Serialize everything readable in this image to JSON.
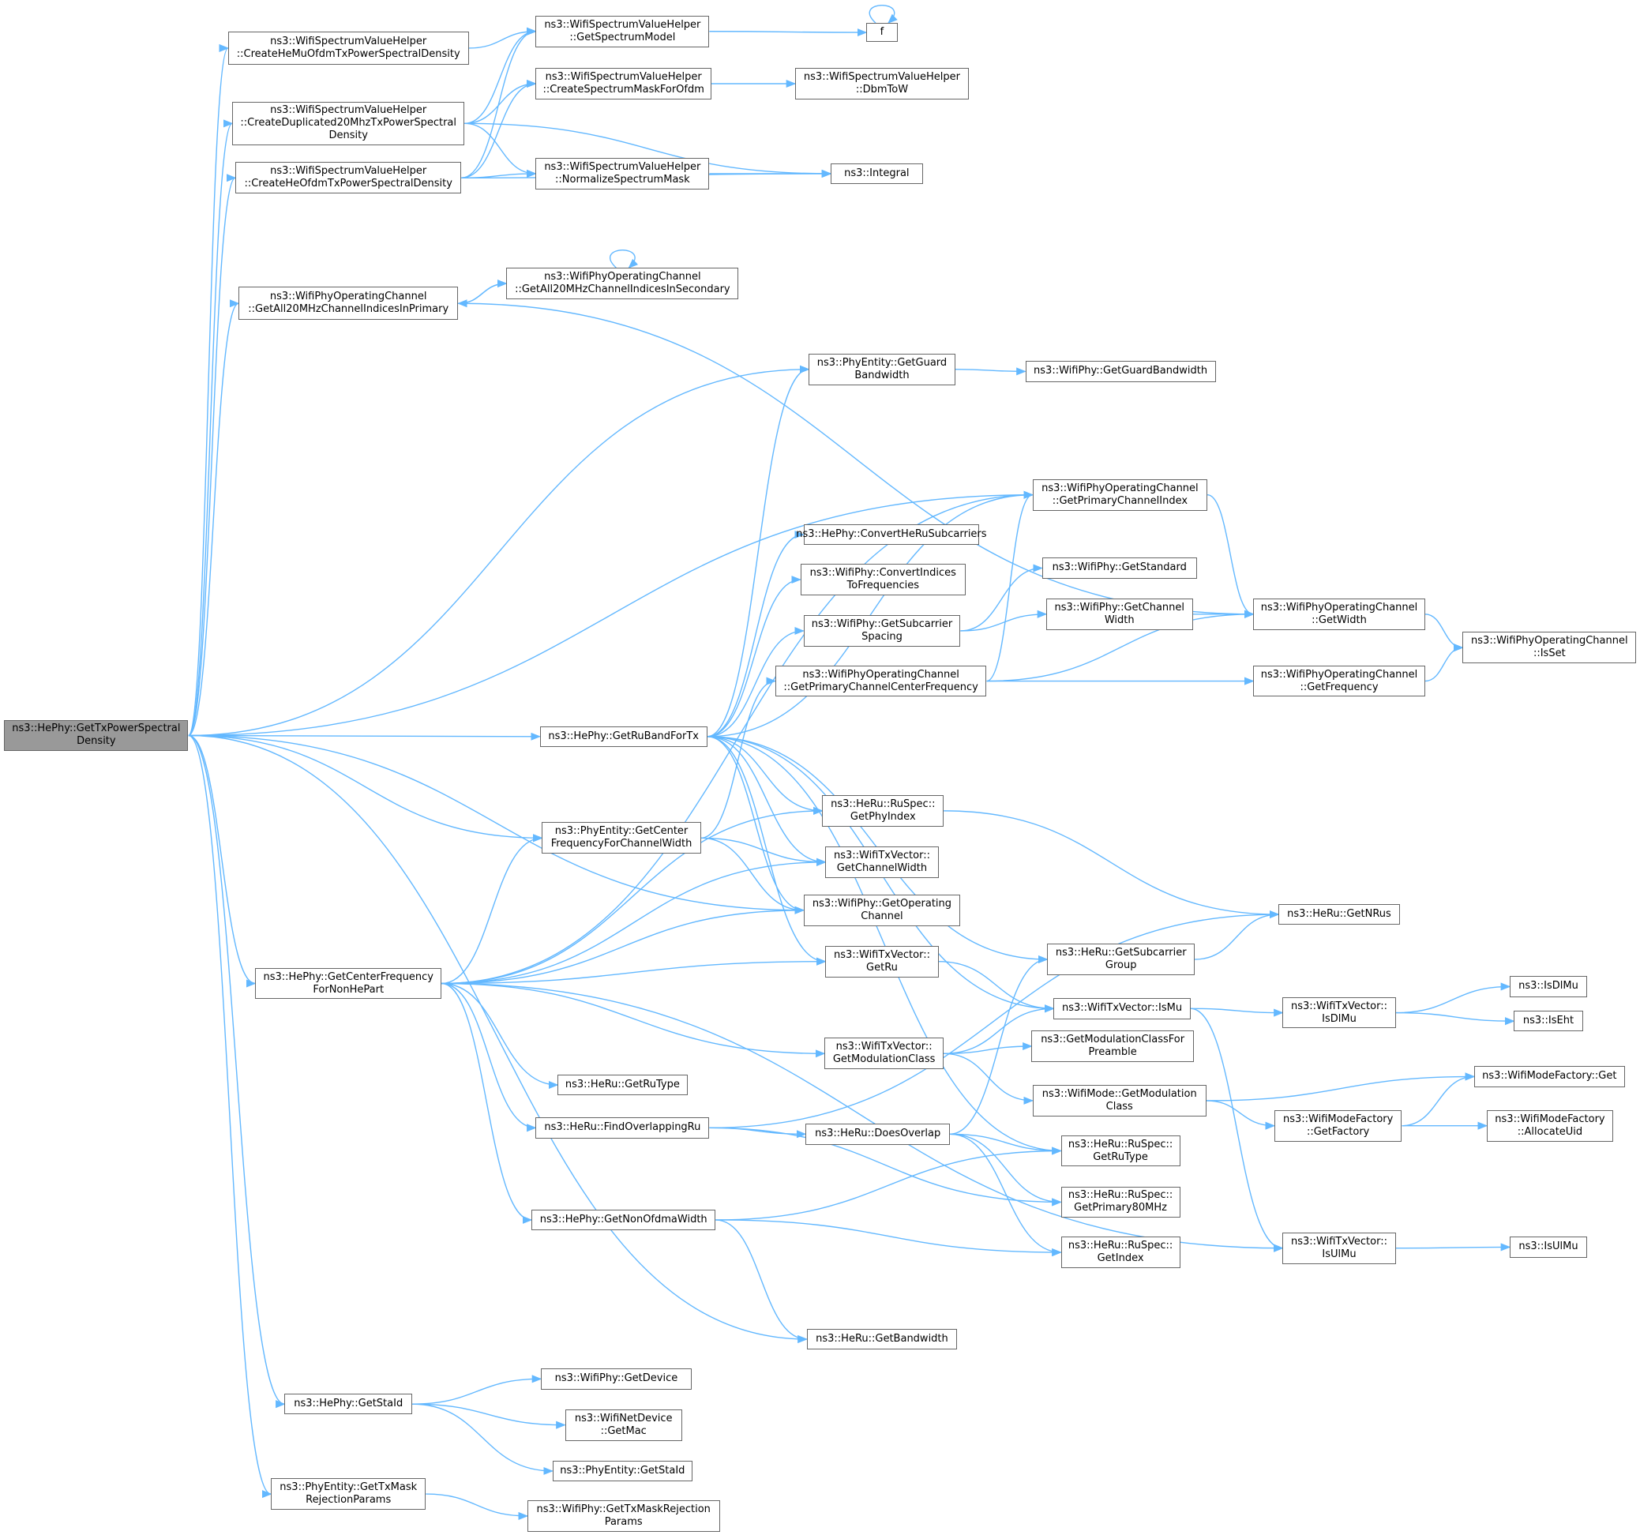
{
  "colors": {
    "edge": "#63b8ff",
    "node_border": "#666666",
    "root_fill": "#999999"
  },
  "nodes": [
    {
      "id": "root",
      "label": "ns3::HePhy::GetTxPowerSpectral\nDensity"
    },
    {
      "id": "n2",
      "label": "ns3::WifiSpectrumValueHelper\n::CreateHeMuOfdmTxPowerSpectralDensity"
    },
    {
      "id": "n3",
      "label": "ns3::WifiSpectrumValueHelper\n::GetSpectrumModel"
    },
    {
      "id": "n4",
      "label": "f"
    },
    {
      "id": "n5",
      "label": "ns3::WifiSpectrumValueHelper\n::CreateDuplicated20MhzTxPowerSpectral\nDensity"
    },
    {
      "id": "n6",
      "label": "ns3::WifiSpectrumValueHelper\n::CreateSpectrumMaskForOfdm"
    },
    {
      "id": "n7",
      "label": "ns3::WifiSpectrumValueHelper\n::DbmToW"
    },
    {
      "id": "n8",
      "label": "ns3::WifiSpectrumValueHelper\n::CreateHeOfdmTxPowerSpectralDensity"
    },
    {
      "id": "n9",
      "label": "ns3::WifiSpectrumValueHelper\n::NormalizeSpectrumMask"
    },
    {
      "id": "n10",
      "label": "ns3::Integral"
    },
    {
      "id": "n11",
      "label": "ns3::WifiPhyOperatingChannel\n::GetAll20MHzChannelIndicesInPrimary"
    },
    {
      "id": "n12",
      "label": "ns3::WifiPhyOperatingChannel\n::GetAll20MHzChannelIndicesInSecondary"
    },
    {
      "id": "n13",
      "label": "ns3::PhyEntity::GetGuard\nBandwidth"
    },
    {
      "id": "n14",
      "label": "ns3::WifiPhy::GetGuardBandwidth"
    },
    {
      "id": "n15",
      "label": "ns3::WifiPhyOperatingChannel\n::GetPrimaryChannelIndex"
    },
    {
      "id": "n16",
      "label": "ns3::HePhy::ConvertHeRuSubcarriers"
    },
    {
      "id": "n17",
      "label": "ns3::WifiPhy::ConvertIndices\nToFrequencies"
    },
    {
      "id": "n18",
      "label": "ns3::WifiPhy::GetStandard"
    },
    {
      "id": "n19",
      "label": "ns3::WifiPhy::GetSubcarrier\nSpacing"
    },
    {
      "id": "n20",
      "label": "ns3::WifiPhy::GetChannel\nWidth"
    },
    {
      "id": "n21",
      "label": "ns3::WifiPhyOperatingChannel\n::GetWidth"
    },
    {
      "id": "n22",
      "label": "ns3::WifiPhyOperatingChannel\n::IsSet"
    },
    {
      "id": "n23",
      "label": "ns3::WifiPhyOperatingChannel\n::GetPrimaryChannelCenterFrequency"
    },
    {
      "id": "n24",
      "label": "ns3::WifiPhyOperatingChannel\n::GetFrequency"
    },
    {
      "id": "n25",
      "label": "ns3::HePhy::GetRuBandForTx"
    },
    {
      "id": "n26",
      "label": "ns3::HeRu::RuSpec::\nGetPhyIndex"
    },
    {
      "id": "n27",
      "label": "ns3::WifiTxVector::\nGetChannelWidth"
    },
    {
      "id": "n28",
      "label": "ns3::WifiPhy::GetOperating\nChannel"
    },
    {
      "id": "n29",
      "label": "ns3::PhyEntity::GetCenter\nFrequencyForChannelWidth"
    },
    {
      "id": "n30",
      "label": "ns3::HeRu::GetNRus"
    },
    {
      "id": "n31",
      "label": "ns3::HeRu::GetSubcarrier\nGroup"
    },
    {
      "id": "n32",
      "label": "ns3::WifiTxVector::\nGetRu"
    },
    {
      "id": "n33",
      "label": "ns3::HePhy::GetCenterFrequency\nForNonHePart"
    },
    {
      "id": "n34",
      "label": "ns3::WifiTxVector::IsMu"
    },
    {
      "id": "n35",
      "label": "ns3::WifiTxVector::\nIsDlMu"
    },
    {
      "id": "n36",
      "label": "ns3::IsDlMu"
    },
    {
      "id": "n37",
      "label": "ns3::IsEht"
    },
    {
      "id": "n38",
      "label": "ns3::WifiTxVector::\nGetModulationClass"
    },
    {
      "id": "n39",
      "label": "ns3::GetModulationClassFor\nPreamble"
    },
    {
      "id": "n40",
      "label": "ns3::WifiMode::GetModulation\nClass"
    },
    {
      "id": "n41",
      "label": "ns3::HeRu::GetRuType"
    },
    {
      "id": "n42",
      "label": "ns3::WifiModeFactory::Get"
    },
    {
      "id": "n43",
      "label": "ns3::WifiModeFactory\n::GetFactory"
    },
    {
      "id": "n44",
      "label": "ns3::WifiModeFactory\n::AllocateUid"
    },
    {
      "id": "n45",
      "label": "ns3::HeRu::FindOverlappingRu"
    },
    {
      "id": "n46",
      "label": "ns3::HeRu::DoesOverlap"
    },
    {
      "id": "n47",
      "label": "ns3::HeRu::RuSpec::\nGetRuType"
    },
    {
      "id": "n48",
      "label": "ns3::HeRu::RuSpec::\nGetPrimary80MHz"
    },
    {
      "id": "n49",
      "label": "ns3::HePhy::GetNonOfdmaWidth"
    },
    {
      "id": "n50",
      "label": "ns3::HeRu::RuSpec::\nGetIndex"
    },
    {
      "id": "n51",
      "label": "ns3::WifiTxVector::\nIsUlMu"
    },
    {
      "id": "n52",
      "label": "ns3::IsUlMu"
    },
    {
      "id": "n53",
      "label": "ns3::HeRu::GetBandwidth"
    },
    {
      "id": "n54",
      "label": "ns3::HePhy::GetStaId"
    },
    {
      "id": "n55",
      "label": "ns3::WifiPhy::GetDevice"
    },
    {
      "id": "n56",
      "label": "ns3::WifiNetDevice\n::GetMac"
    },
    {
      "id": "n57",
      "label": "ns3::PhyEntity::GetStaId"
    },
    {
      "id": "n58",
      "label": "ns3::PhyEntity::GetTxMask\nRejectionParams"
    },
    {
      "id": "n59",
      "label": "ns3::WifiPhy::GetTxMaskRejection\nParams"
    }
  ],
  "edges": [
    [
      "root",
      "n2"
    ],
    [
      "root",
      "n5"
    ],
    [
      "root",
      "n8"
    ],
    [
      "root",
      "n11"
    ],
    [
      "root",
      "n13"
    ],
    [
      "root",
      "n15"
    ],
    [
      "root",
      "n25"
    ],
    [
      "root",
      "n29"
    ],
    [
      "root",
      "n28"
    ],
    [
      "root",
      "n33"
    ],
    [
      "root",
      "n53"
    ],
    [
      "root",
      "n54"
    ],
    [
      "root",
      "n58"
    ],
    [
      "n2",
      "n3"
    ],
    [
      "n5",
      "n3"
    ],
    [
      "n5",
      "n6"
    ],
    [
      "n5",
      "n9"
    ],
    [
      "n5",
      "n10"
    ],
    [
      "n8",
      "n3"
    ],
    [
      "n8",
      "n6"
    ],
    [
      "n8",
      "n9"
    ],
    [
      "n8",
      "n10"
    ],
    [
      "n3",
      "n4"
    ],
    [
      "n4",
      "n4"
    ],
    [
      "n6",
      "n7"
    ],
    [
      "n9",
      "n10"
    ],
    [
      "n11",
      "n12"
    ],
    [
      "n12",
      "n11"
    ],
    [
      "n12",
      "n12"
    ],
    [
      "n11",
      "n21"
    ],
    [
      "n13",
      "n14"
    ],
    [
      "n15",
      "n21"
    ],
    [
      "n19",
      "n18"
    ],
    [
      "n19",
      "n20"
    ],
    [
      "n20",
      "n21"
    ],
    [
      "n21",
      "n22"
    ],
    [
      "n23",
      "n15"
    ],
    [
      "n23",
      "n21"
    ],
    [
      "n23",
      "n24"
    ],
    [
      "n24",
      "n22"
    ],
    [
      "n25",
      "n13"
    ],
    [
      "n25",
      "n15"
    ],
    [
      "n25",
      "n16"
    ],
    [
      "n25",
      "n17"
    ],
    [
      "n25",
      "n19"
    ],
    [
      "n25",
      "n31"
    ],
    [
      "n25",
      "n26"
    ],
    [
      "n25",
      "n27"
    ],
    [
      "n25",
      "n28"
    ],
    [
      "n25",
      "n32"
    ],
    [
      "n25",
      "n34"
    ],
    [
      "n25",
      "n47"
    ],
    [
      "n29",
      "n23"
    ],
    [
      "n29",
      "n27"
    ],
    [
      "n29",
      "n28"
    ],
    [
      "n26",
      "n30"
    ],
    [
      "n31",
      "n30"
    ],
    [
      "n32",
      "n34"
    ],
    [
      "n33",
      "n15"
    ],
    [
      "n33",
      "n26"
    ],
    [
      "n33",
      "n29"
    ],
    [
      "n33",
      "n27"
    ],
    [
      "n33",
      "n28"
    ],
    [
      "n33",
      "n32"
    ],
    [
      "n33",
      "n38"
    ],
    [
      "n33",
      "n41"
    ],
    [
      "n33",
      "n45"
    ],
    [
      "n33",
      "n49"
    ],
    [
      "n33",
      "n51"
    ],
    [
      "n34",
      "n35"
    ],
    [
      "n34",
      "n51"
    ],
    [
      "n35",
      "n36"
    ],
    [
      "n35",
      "n37"
    ],
    [
      "n38",
      "n34"
    ],
    [
      "n38",
      "n39"
    ],
    [
      "n38",
      "n40"
    ],
    [
      "n40",
      "n42"
    ],
    [
      "n40",
      "n43"
    ],
    [
      "n43",
      "n42"
    ],
    [
      "n43",
      "n44"
    ],
    [
      "n45",
      "n30"
    ],
    [
      "n45",
      "n46"
    ],
    [
      "n45",
      "n48"
    ],
    [
      "n46",
      "n31"
    ],
    [
      "n46",
      "n47"
    ],
    [
      "n46",
      "n48"
    ],
    [
      "n46",
      "n50"
    ],
    [
      "n49",
      "n47"
    ],
    [
      "n49",
      "n50"
    ],
    [
      "n49",
      "n53"
    ],
    [
      "n51",
      "n52"
    ],
    [
      "n54",
      "n55"
    ],
    [
      "n54",
      "n56"
    ],
    [
      "n54",
      "n57"
    ],
    [
      "n58",
      "n59"
    ]
  ]
}
